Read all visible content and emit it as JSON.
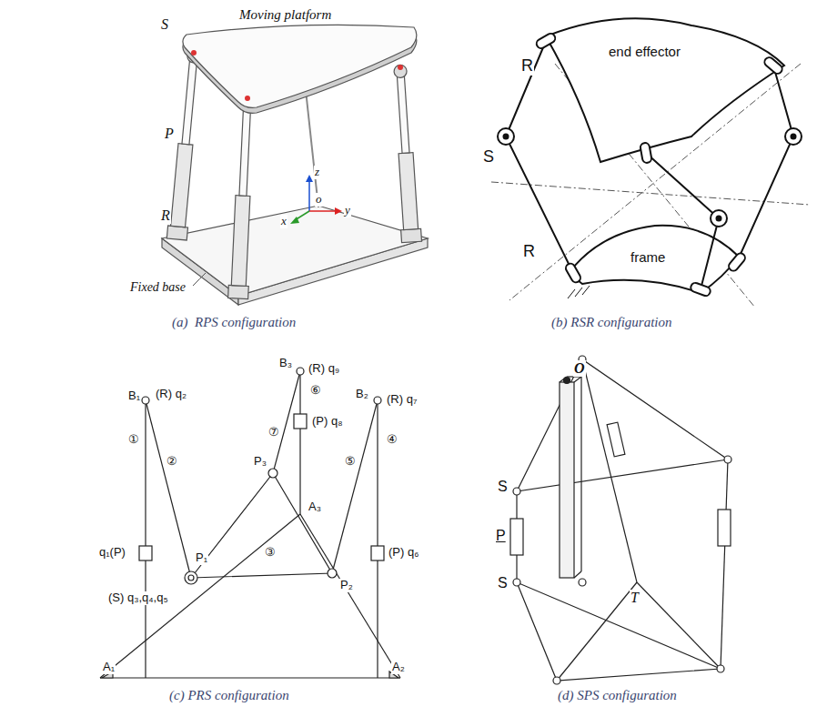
{
  "diagram": {
    "labels": [
      "S",
      "Moving platform",
      "P",
      "R",
      "z",
      "o",
      "x",
      "y",
      "Fixed base",
      "(a)  RPS configuration",
      "R",
      "end effector",
      "S",
      "R",
      "frame",
      "(b) RSR configuration",
      "B₃",
      "(R) q₉",
      "⑥",
      "(P) q₈",
      "B₁",
      "(R) q₂",
      "B₂",
      "(R) q₇",
      "⑦",
      "①",
      "②",
      "P₃",
      "A₃",
      "q₁(P)",
      "④",
      "⑤",
      "(P) q₆",
      "P₁",
      "③",
      "P₂",
      "(S) q₃,q₄,q₅",
      "A₁",
      "A₂",
      "(c) PRS configuration",
      "O",
      "S",
      "P",
      "S",
      "T",
      "(d) SPS configuration"
    ]
  }
}
